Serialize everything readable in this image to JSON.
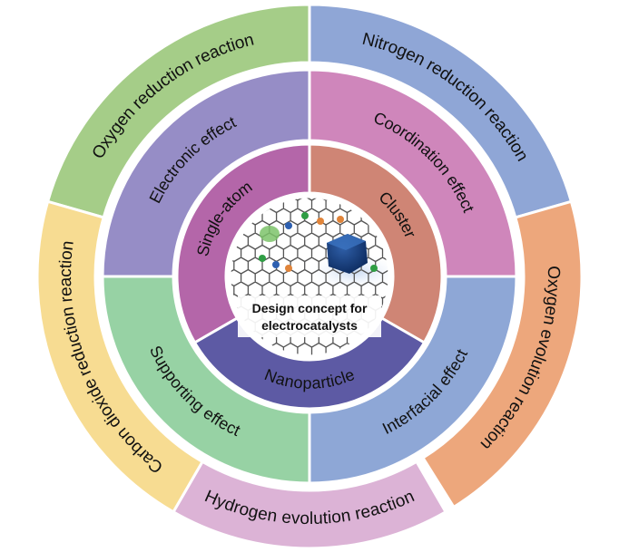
{
  "center": {
    "title_line1": "Design concept for",
    "title_line2": "electrocatalysts"
  },
  "outer_ring": [
    {
      "label": "Oxygen reduction reaction",
      "color": "#a5cd88"
    },
    {
      "label": "Nitrogen reduction reaction",
      "color": "#8fa6d6"
    },
    {
      "label": "Oxygen evolution reaction",
      "color": "#eda77c"
    },
    {
      "label": "Hydrogen evolution reaction",
      "color": "#dcb3d6"
    },
    {
      "label": "Carbon dioxide reduction reaction",
      "color": "#f7dc92"
    }
  ],
  "middle_ring": [
    {
      "label": "Electronic effect",
      "color": "#968dc6"
    },
    {
      "label": "Coordination effect",
      "color": "#cf86bb"
    },
    {
      "label": "Interfacial effect",
      "color": "#8ea7d6"
    },
    {
      "label": "Supporting effect",
      "color": "#97d2a4"
    }
  ],
  "inner_ring": [
    {
      "label": "Single-atom",
      "color": "#b466a9"
    },
    {
      "label": "Cluster",
      "color": "#cf8575"
    },
    {
      "label": "Nanoparticle",
      "color": "#5d5aa4"
    }
  ]
}
